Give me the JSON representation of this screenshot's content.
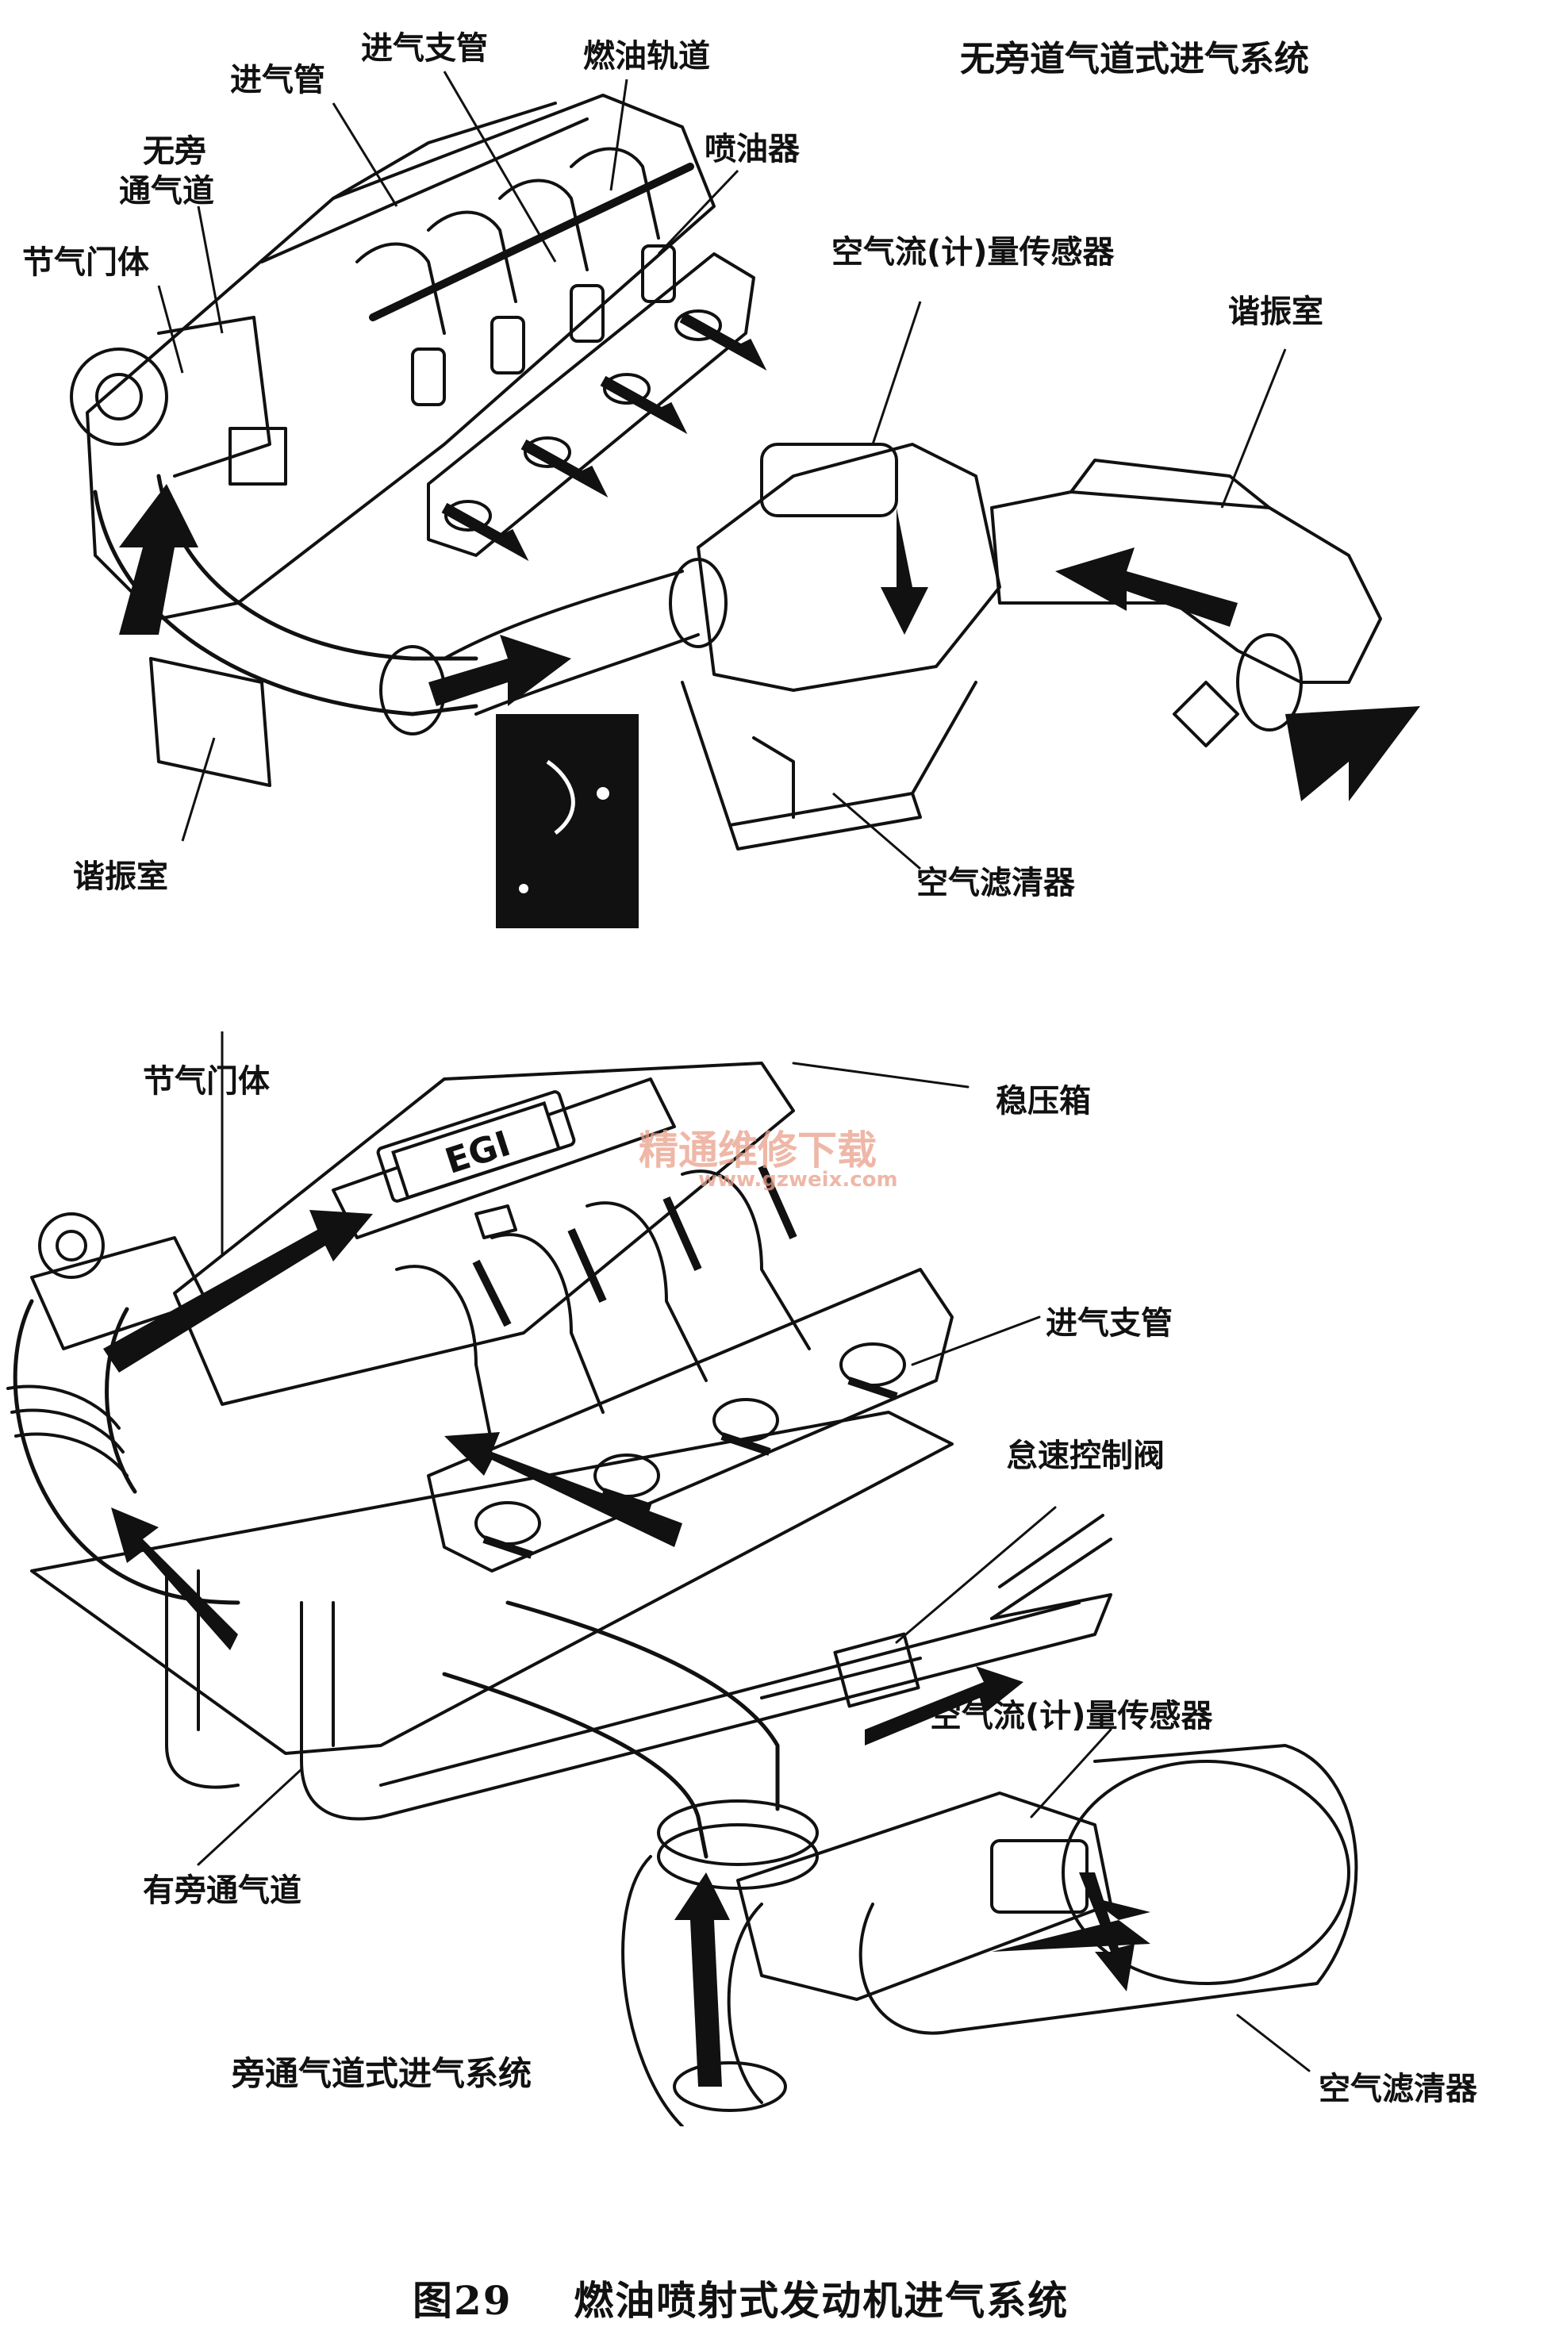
{
  "figure": {
    "caption": "图29    燃油喷射式发动机进气系统",
    "watermark_line1": "精通维修下载",
    "watermark_line2": "www.gzweix.com"
  },
  "top_diagram": {
    "title": "无旁道气道式进气系统",
    "labels": {
      "intake_pipe": "进气管",
      "intake_manifold": "进气支管",
      "fuel_rail": "燃油轨道",
      "injector": "喷油器",
      "no_bypass_line1": "无旁",
      "no_bypass_line2": "通气道",
      "throttle_body": "节气门体",
      "airflow_sensor": "空气流(计)量传感器",
      "resonator_right": "谐振室",
      "resonator_left": "谐振室",
      "air_cleaner": "空气滤清器"
    }
  },
  "bottom_diagram": {
    "title": "旁通气道式进气系统",
    "labels": {
      "throttle_body": "节气门体",
      "surge_tank": "稳压箱",
      "intake_manifold": "进气支管",
      "idle_control_valve": "怠速控制阀",
      "airflow_sensor": "空气流(计)量传感器",
      "bypass_passage": "有旁通气道",
      "air_cleaner": "空气滤清器"
    },
    "badge_text": "EGI"
  }
}
